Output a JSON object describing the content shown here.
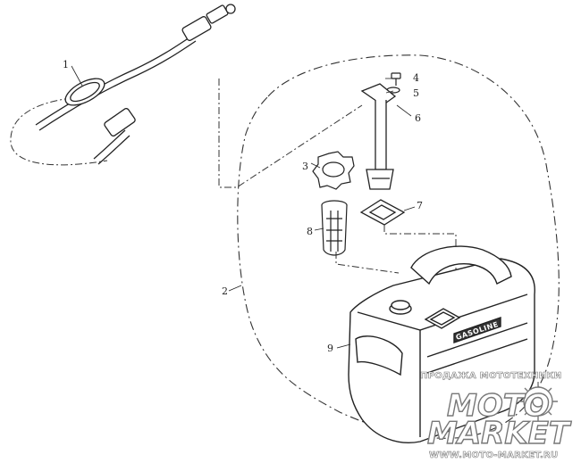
{
  "callouts": {
    "c1": "1",
    "c2": "2",
    "c3": "3",
    "c4": "4",
    "c5": "5",
    "c6": "6",
    "c7": "7",
    "c8": "8",
    "c9": "9"
  },
  "tank_label": "GASOLINE",
  "watermark": {
    "top_text": "ПРОДАЖА МОТОТЕХНИКИ",
    "logo_line1": "МОТО",
    "logo_line2": "MARKET",
    "url": "WWW.MOTO-MARKET.RU"
  }
}
